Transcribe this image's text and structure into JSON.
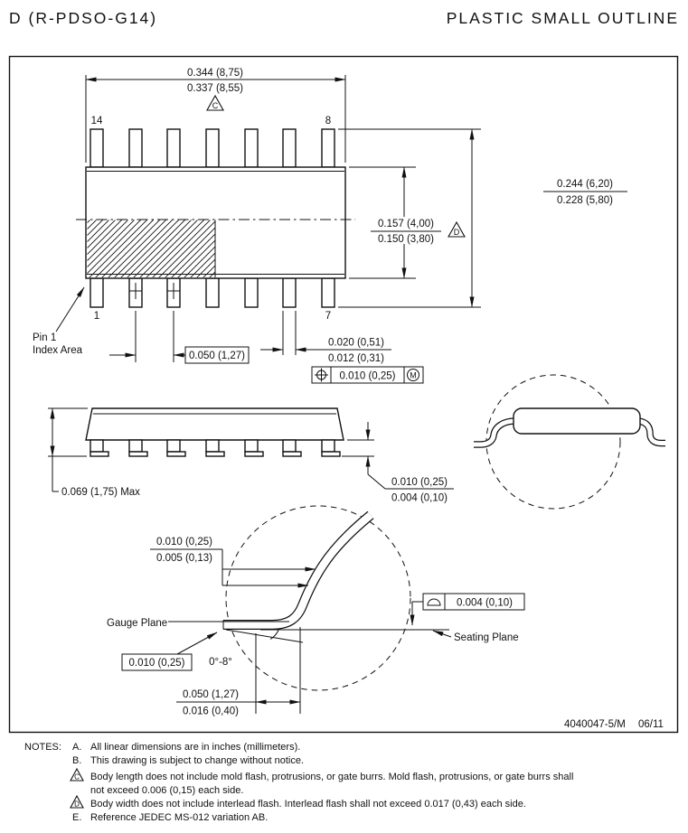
{
  "colors": {
    "ink": "#111111",
    "background": "#ffffff"
  },
  "header": {
    "package_code": "D (R-PDSO-G14)",
    "package_type": "PLASTIC SMALL OUTLINE"
  },
  "top_view": {
    "pin_14": "14",
    "pin_8": "8",
    "pin_1": "1",
    "pin_7": "7",
    "body_length_max": "0.344 (8,75)",
    "body_length_min": "0.337 (8,55)",
    "body_length_flag": "C",
    "span_max": "0.244 (6,20)",
    "span_min": "0.228 (5,80)",
    "body_width_max": "0.157 (4,00)",
    "body_width_min": "0.150 (3,80)",
    "body_width_flag": "D",
    "pin1_line1": "Pin 1",
    "pin1_line2": "Index Area",
    "pitch": "0.050 (1,27)",
    "lead_width_max": "0.020 (0,51)",
    "lead_width_min": "0.012 (0,31)",
    "true_position_tol": "0.010 (0,25)",
    "true_position_modifier": "M"
  },
  "side_view": {
    "height_max": "0.069 (1,75) Max",
    "standoff_max": "0.010 (0,25)",
    "standoff_min": "0.004 (0,10)"
  },
  "lead_detail": {
    "thickness_max": "0.010 (0,25)",
    "thickness_min": "0.005 (0,13)",
    "gauge_plane_label": "Gauge Plane",
    "gauge_to_seating": "0.010 (0,25)",
    "lead_angle": "0°-8°",
    "foot_length_max": "0.050 (1,27)",
    "foot_length_min": "0.016 (0,40)",
    "seating_plane_label": "Seating Plane",
    "seating_flatness": "0.004 (0,10)"
  },
  "title_block": {
    "drawing_number": "4040047-5/M",
    "date": "06/11"
  },
  "notes": {
    "label": "NOTES:",
    "a_key": "A.",
    "a_text": "All linear dimensions are in inches (millimeters).",
    "b_key": "B.",
    "b_text": "This drawing is subject to change without notice.",
    "c_key": "C",
    "c_text_line1": "Body length does not include mold flash, protrusions, or gate burrs.  Mold flash, protrusions, or gate burrs shall",
    "c_text_line2": "not exceed 0.006 (0,15) each side.",
    "d_key": "D",
    "d_text": "Body width does not include interlead flash.  Interlead flash shall not exceed 0.017 (0,43) each side.",
    "e_key": "E.",
    "e_text": "Reference JEDEC MS-012 variation AB."
  }
}
